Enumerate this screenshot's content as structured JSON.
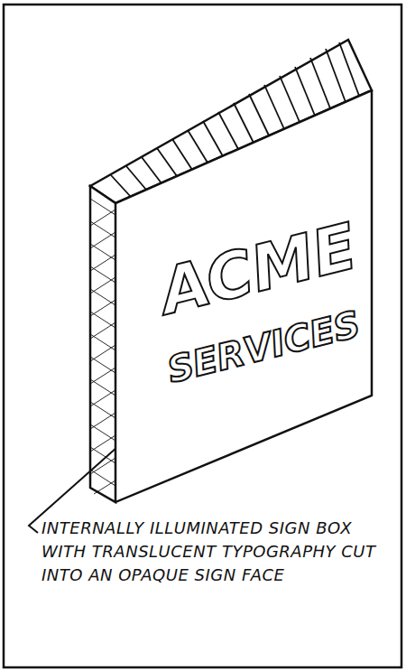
{
  "diagram": {
    "nodes": [
      {
        "text": [
          "ACME",
          "SERVICES"
        ]
      }
    ],
    "labels": [
      "INTERNALLY ILLUMINATED SIGN BOX WITH TRANSLUCENT TYPOGRAPHY CUT INTO AN OPAQUE SIGN FACE"
    ]
  }
}
